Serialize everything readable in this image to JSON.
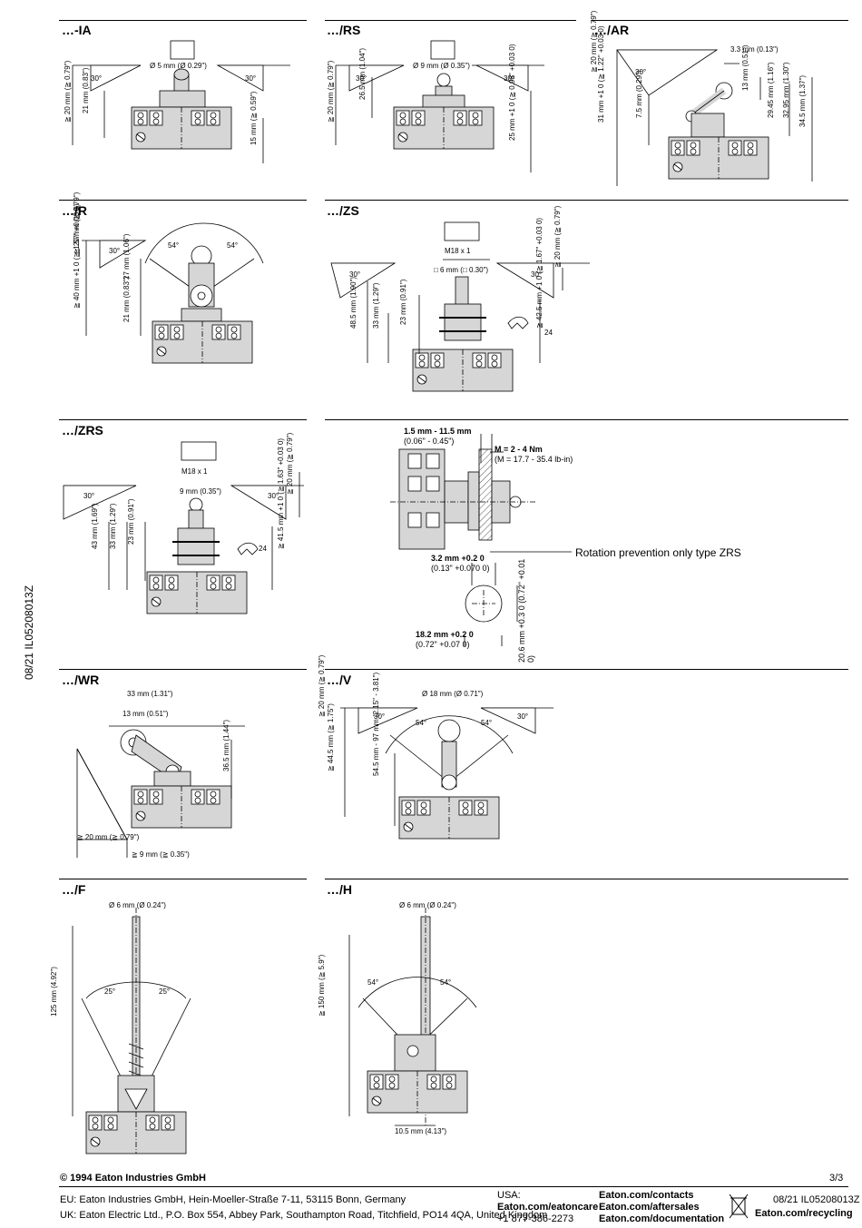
{
  "side_code": "08/21 IL05208013Z",
  "panels": {
    "ia": {
      "title": "…-IA",
      "labels": [
        "Ø 5 mm (Ø 0.29\")",
        "30°",
        "30°",
        "≧ 20 mm (≧ 0.79\")",
        "21 mm (0.83\")",
        "15 mm (≧ 0.59\")"
      ]
    },
    "rs": {
      "title": "…/RS",
      "labels": [
        "Ø 9 mm (Ø 0.35\")",
        "30°",
        "30°",
        "≧ 20 mm (≧ 0.79\")",
        "26.5 mm (1.04\")",
        "25 mm +1 0 (≧ 0.98\" +0.03 0)"
      ]
    },
    "ar": {
      "title": "…/AR",
      "labels": [
        "3.3 mm (0.13\")",
        "30°",
        "≧ 20 mm (≧ 0.79\")",
        "31 mm +1 0 (≧ 1.22\" +0.03 0)",
        "7.5 mm (0.29\")",
        "13 mm (0.51\")",
        "29.45 mm (1.16\")",
        "32.95 mm (1.30\")",
        "34.5 mm (1.37\")"
      ]
    },
    "r": {
      "title": "…/R",
      "labels": [
        "54°",
        "54°",
        "30°",
        "≧ 20 mm (≧ 0.79\")",
        "27 mm (1.06\")",
        "≧ 40 mm +1 0 (≧ 1.57\" +0.03 0)",
        "21 mm (0.83\")"
      ]
    },
    "zs": {
      "title": "…/ZS",
      "labels": [
        "M18 x 1",
        "□ 6 mm (□ 0.30\")",
        "30°",
        "30°",
        "48.5 mm (1.90\")",
        "33 mm (1.29\")",
        "23 mm (0.91\")",
        "24",
        "≧ 42.5 mm +1 0 (≧ 1.67\" +0.03 0)",
        "≧ 20 mm (≧ 0.79\")"
      ]
    },
    "zrs": {
      "title": "…/ZRS",
      "labels": [
        "M18 x 1",
        "9 mm (0.35\")",
        "30°",
        "30°",
        "43 mm (1.69\")",
        "33 mm (1.29\")",
        "23 mm (0.91\")",
        "24",
        "≧ 41.5 mm +1 0 (≧ 1.63\" +0.03 0)",
        "≧ 20 mm (≧ 0.79\")"
      ]
    },
    "detail": {
      "dim_top": "1.5 mm - 11.5 mm",
      "dim_top_in": "(0.06\" - 0.45\")",
      "torque": "M = 2 - 4 Nm",
      "torque_in": "(M = 17.7 - 35.4 lb-in)",
      "note": "Rotation prevention only type ZRS",
      "dim_a": "3.2 mm +0.2 0",
      "dim_a_in": "(0.13\" +0.070 0)",
      "dim_b": "20.6 mm +0.3 0 (0.72\" +0.01 0)",
      "dim_c": "18.2 mm +0.2 0",
      "dim_c_in": "(0.72\" +0.07 0)"
    },
    "wr": {
      "title": "…/WR",
      "labels": [
        "33 mm (1.31\")",
        "13 mm (0.51\")",
        "36.5 mm (1.44\")",
        "≧ 20 mm (≧ 0.79\")",
        "≧ 9 mm (≧ 0.35\")"
      ]
    },
    "v": {
      "title": "…/V",
      "labels": [
        "Ø 18 mm (Ø 0.71\")",
        "30°",
        "30°",
        "54°",
        "54°",
        "≧ 20 mm (≧ 0.79\")",
        "≧ 44.5 mm (≧ 1.75\")",
        "54.5 mm - 97 mm (2.15\" - 3.81\")"
      ]
    },
    "f": {
      "title": "…/F",
      "labels": [
        "Ø 6 mm (Ø 0.24\")",
        "25°",
        "25°",
        "125 mm (4.92\")"
      ]
    },
    "h": {
      "title": "…/H",
      "labels": [
        "Ø 6 mm (Ø 0.24\")",
        "54°",
        "54°",
        "≧ 150 mm (≧ 5.9\")",
        "10.5 mm (4.13\")"
      ]
    }
  },
  "footer": {
    "copyright": "© 1994 Eaton Industries GmbH",
    "page": "3/3",
    "eu": "EU: Eaton Industries GmbH, Hein-Moeller-Straße 7-11, 53115 Bonn, Germany",
    "uk": "UK: Eaton Electric Ltd., P.O. Box 554, Abbey Park, Southampton Road, Titchfield, PO14 4QA, United Kingdom",
    "usa_label": "USA:",
    "usa_url": "Eaton.com/eatoncare",
    "usa_phone": "+1 877-386-2273",
    "link1": "Eaton.com/contacts",
    "link2": "Eaton.com/aftersales",
    "link3": "Eaton.com/documentation",
    "doc_code": "08/21 IL05208013Z",
    "recycling": "Eaton.com/recycling"
  }
}
